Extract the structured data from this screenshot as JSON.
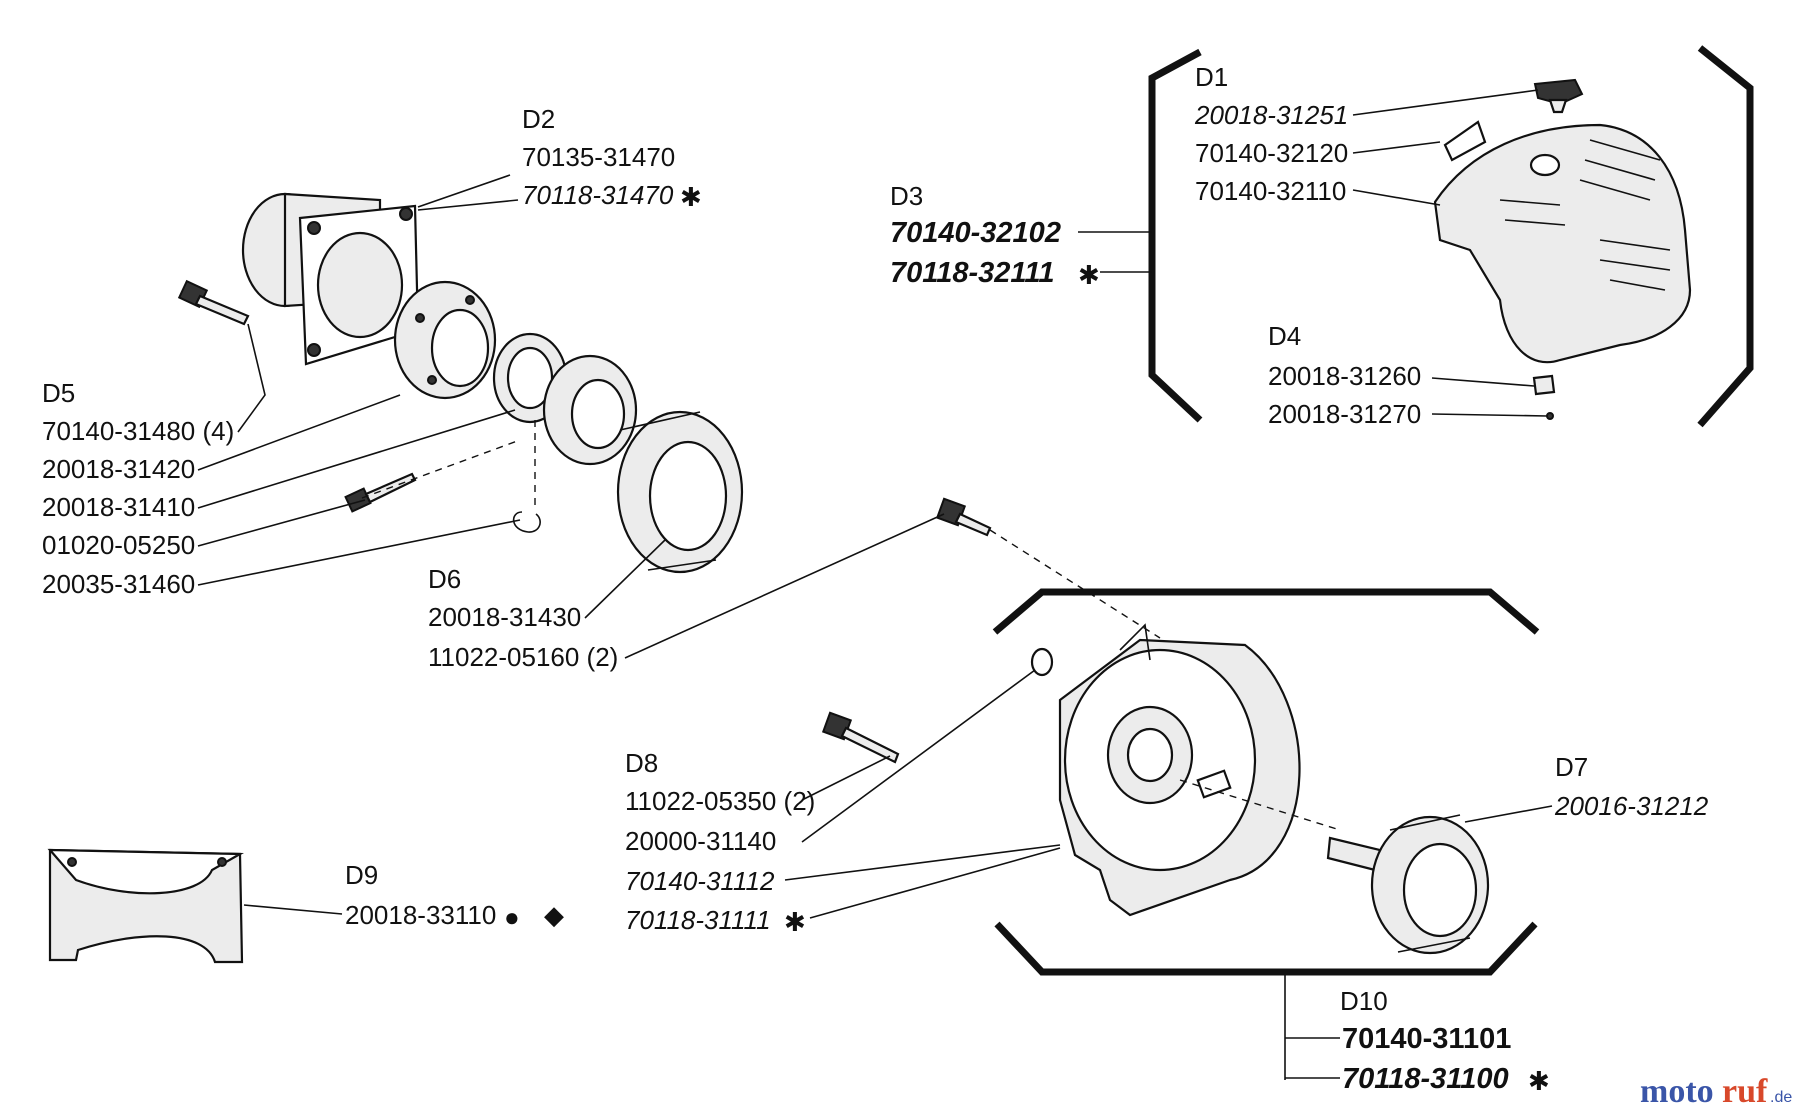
{
  "groups": {
    "d1": {
      "id": "D1",
      "parts": [
        "20018-31251",
        "70140-32120",
        "70140-32110"
      ]
    },
    "d2": {
      "id": "D2",
      "parts": [
        "70135-31470",
        "70118-31470"
      ]
    },
    "d3": {
      "id": "D3",
      "parts": [
        "70140-32102",
        "70118-32111"
      ]
    },
    "d4": {
      "id": "D4",
      "parts": [
        "20018-31260",
        "20018-31270"
      ]
    },
    "d5": {
      "id": "D5",
      "parts": [
        "70140-31480 (4)",
        "20018-31420",
        "20018-31410",
        "01020-05250",
        "20035-31460"
      ]
    },
    "d6": {
      "id": "D6",
      "parts": [
        "20018-31430",
        "11022-05160 (2)"
      ]
    },
    "d7": {
      "id": "D7",
      "parts": [
        "20016-31212"
      ]
    },
    "d8": {
      "id": "D8",
      "parts": [
        "11022-05350 (2)",
        "20000-31140",
        "70140-31112",
        "70118-31111"
      ]
    },
    "d9": {
      "id": "D9",
      "parts": [
        "20018-33110"
      ]
    },
    "d10": {
      "id": "D10",
      "parts": [
        "70140-31101",
        "70118-31100"
      ]
    }
  },
  "symbols": {
    "asterisk": "✱",
    "circle": "●",
    "diamond": "◆"
  },
  "watermark": {
    "part1": "moto",
    "part2": "ruf",
    "suffix": ".de"
  }
}
